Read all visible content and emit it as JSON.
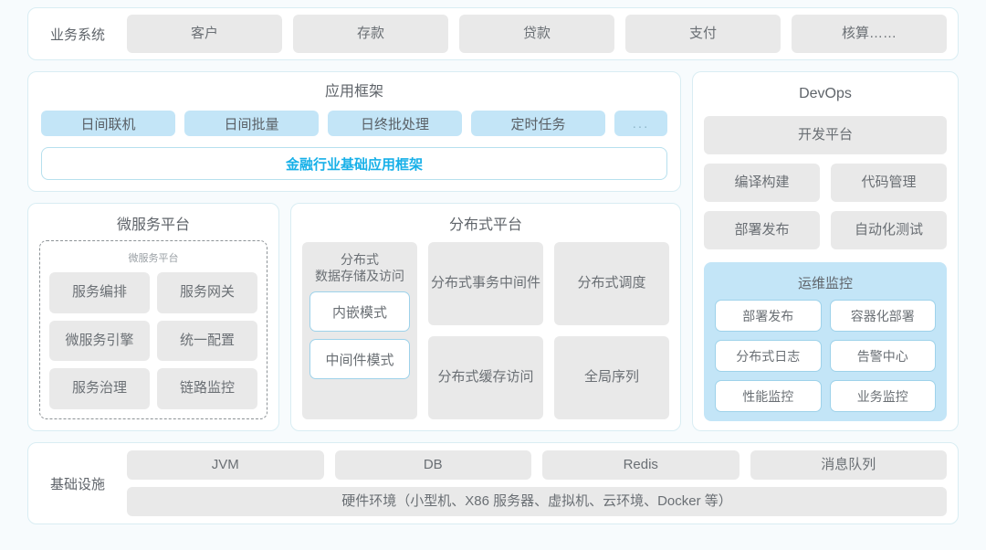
{
  "business_system": {
    "label": "业务系统",
    "items": [
      "客户",
      "存款",
      "贷款",
      "支付",
      "核算……"
    ]
  },
  "app_framework": {
    "title": "应用框架",
    "items": [
      "日间联机",
      "日间批量",
      "日终批处理",
      "定时任务",
      "..."
    ],
    "base_bar": "金融行业基础应用框架",
    "base_bar_color": "#17b0e8"
  },
  "microservice_platform": {
    "title": "微服务平台",
    "inner_title": "微服务平台",
    "items": [
      "服务编排",
      "服务网关",
      "微服务引擎",
      "统一配置",
      "服务治理",
      "链路监控"
    ]
  },
  "distributed_platform": {
    "title": "分布式平台",
    "storage": {
      "label_line1": "分布式",
      "label_line2": "数据存储及访问",
      "modes": [
        "内嵌模式",
        "中间件模式"
      ]
    },
    "cells": [
      {
        "line1": "分布式",
        "line2": "事务中间件"
      },
      {
        "line1": "分布式调度",
        "line2": ""
      },
      {
        "line1": "分布式",
        "line2": "缓存访问"
      },
      {
        "line1": "全局序列",
        "line2": ""
      }
    ]
  },
  "devops": {
    "title": "DevOps",
    "platform": "开发平台",
    "items": [
      "编译构建",
      "代码管理",
      "部署发布",
      "自动化测试"
    ],
    "ops_monitor": {
      "title": "运维监控",
      "items": [
        "部署发布",
        "容器化部署",
        "分布式日志",
        "告警中心",
        "性能监控",
        "业务监控"
      ]
    }
  },
  "infrastructure": {
    "label": "基础设施",
    "items": [
      "JVM",
      "DB",
      "Redis",
      "消息队列"
    ],
    "hardware": "硬件环境（小型机、X86 服务器、虚拟机、云环境、Docker 等）"
  },
  "colors": {
    "page_bg": "#f7fbfd",
    "card_border": "#d9edf3",
    "gray_chip": "#e9e9e9",
    "blue_chip": "#c3e5f7",
    "accent": "#17b0e8"
  }
}
